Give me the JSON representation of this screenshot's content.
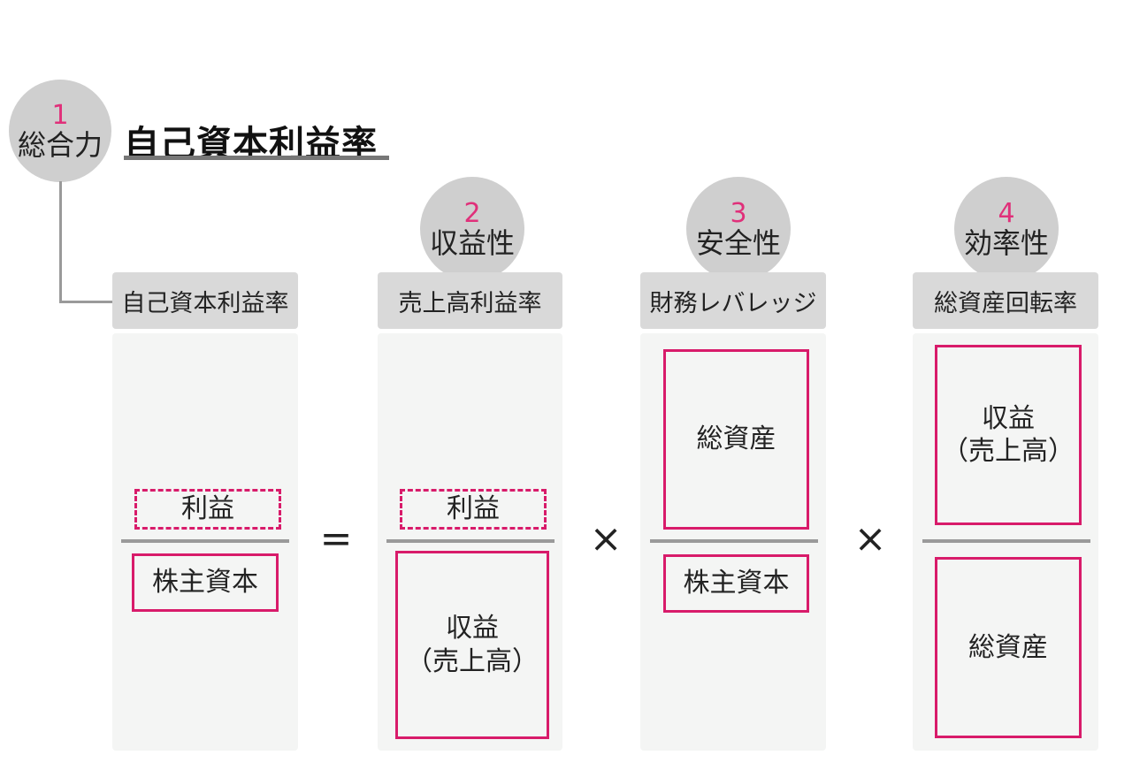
{
  "overall": {
    "number": "1",
    "label": "総合力",
    "title": "自己資本利益率"
  },
  "columns": [
    {
      "header": "自己資本利益率",
      "numerator": "利益",
      "denominator": "株主資本"
    },
    {
      "number": "2",
      "category": "収益性",
      "header": "売上高利益率",
      "numerator": "利益",
      "denominator_line1": "収益",
      "denominator_line2": "（売上高）"
    },
    {
      "number": "3",
      "category": "安全性",
      "header": "財務レバレッジ",
      "numerator": "総資産",
      "denominator": "株主資本"
    },
    {
      "number": "4",
      "category": "効率性",
      "header": "総資産回転率",
      "numerator_line1": "収益",
      "numerator_line2": "（売上高）",
      "denominator": "総資産"
    }
  ],
  "operators": [
    "=",
    "×",
    "×"
  ],
  "colors": {
    "accent": "#d81b6a",
    "number": "#e0307a",
    "circle": "#cfcfcf",
    "header_bg": "#d9d9d9",
    "panel_bg": "#f4f5f4",
    "line": "#9a9a9a"
  }
}
